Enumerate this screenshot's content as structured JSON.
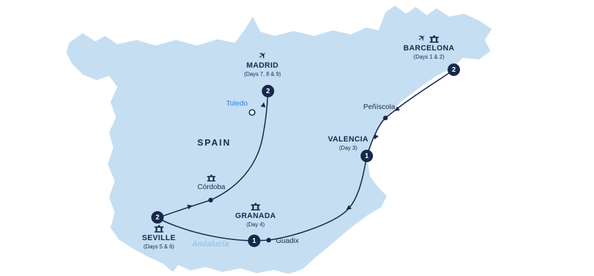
{
  "map": {
    "country": "SPAIN",
    "region": "Andalucía"
  },
  "stops": [
    {
      "name": "BARCELONA",
      "days": "(Days 1 & 2)",
      "nights": "2"
    },
    {
      "name": "MADRID",
      "days": "(Days 7, 8 & 9)",
      "nights": "2"
    },
    {
      "name": "VALENCIA",
      "days": "(Day 3)",
      "nights": "1"
    },
    {
      "name": "GRANADA",
      "days": "(Day 4)",
      "nights": "1"
    },
    {
      "name": "SEVILLE",
      "days": "(Days 5 & 6)",
      "nights": "2"
    }
  ],
  "waypoints": [
    {
      "name": "Toledo"
    },
    {
      "name": "Peñíscola"
    },
    {
      "name": "Córdoba"
    },
    {
      "name": "Guadix"
    }
  ],
  "colors": {
    "land": "#c5def2",
    "route": "#16294c",
    "toledo_blue": "#2e7fd6",
    "region_blue": "#8fb9e3"
  }
}
